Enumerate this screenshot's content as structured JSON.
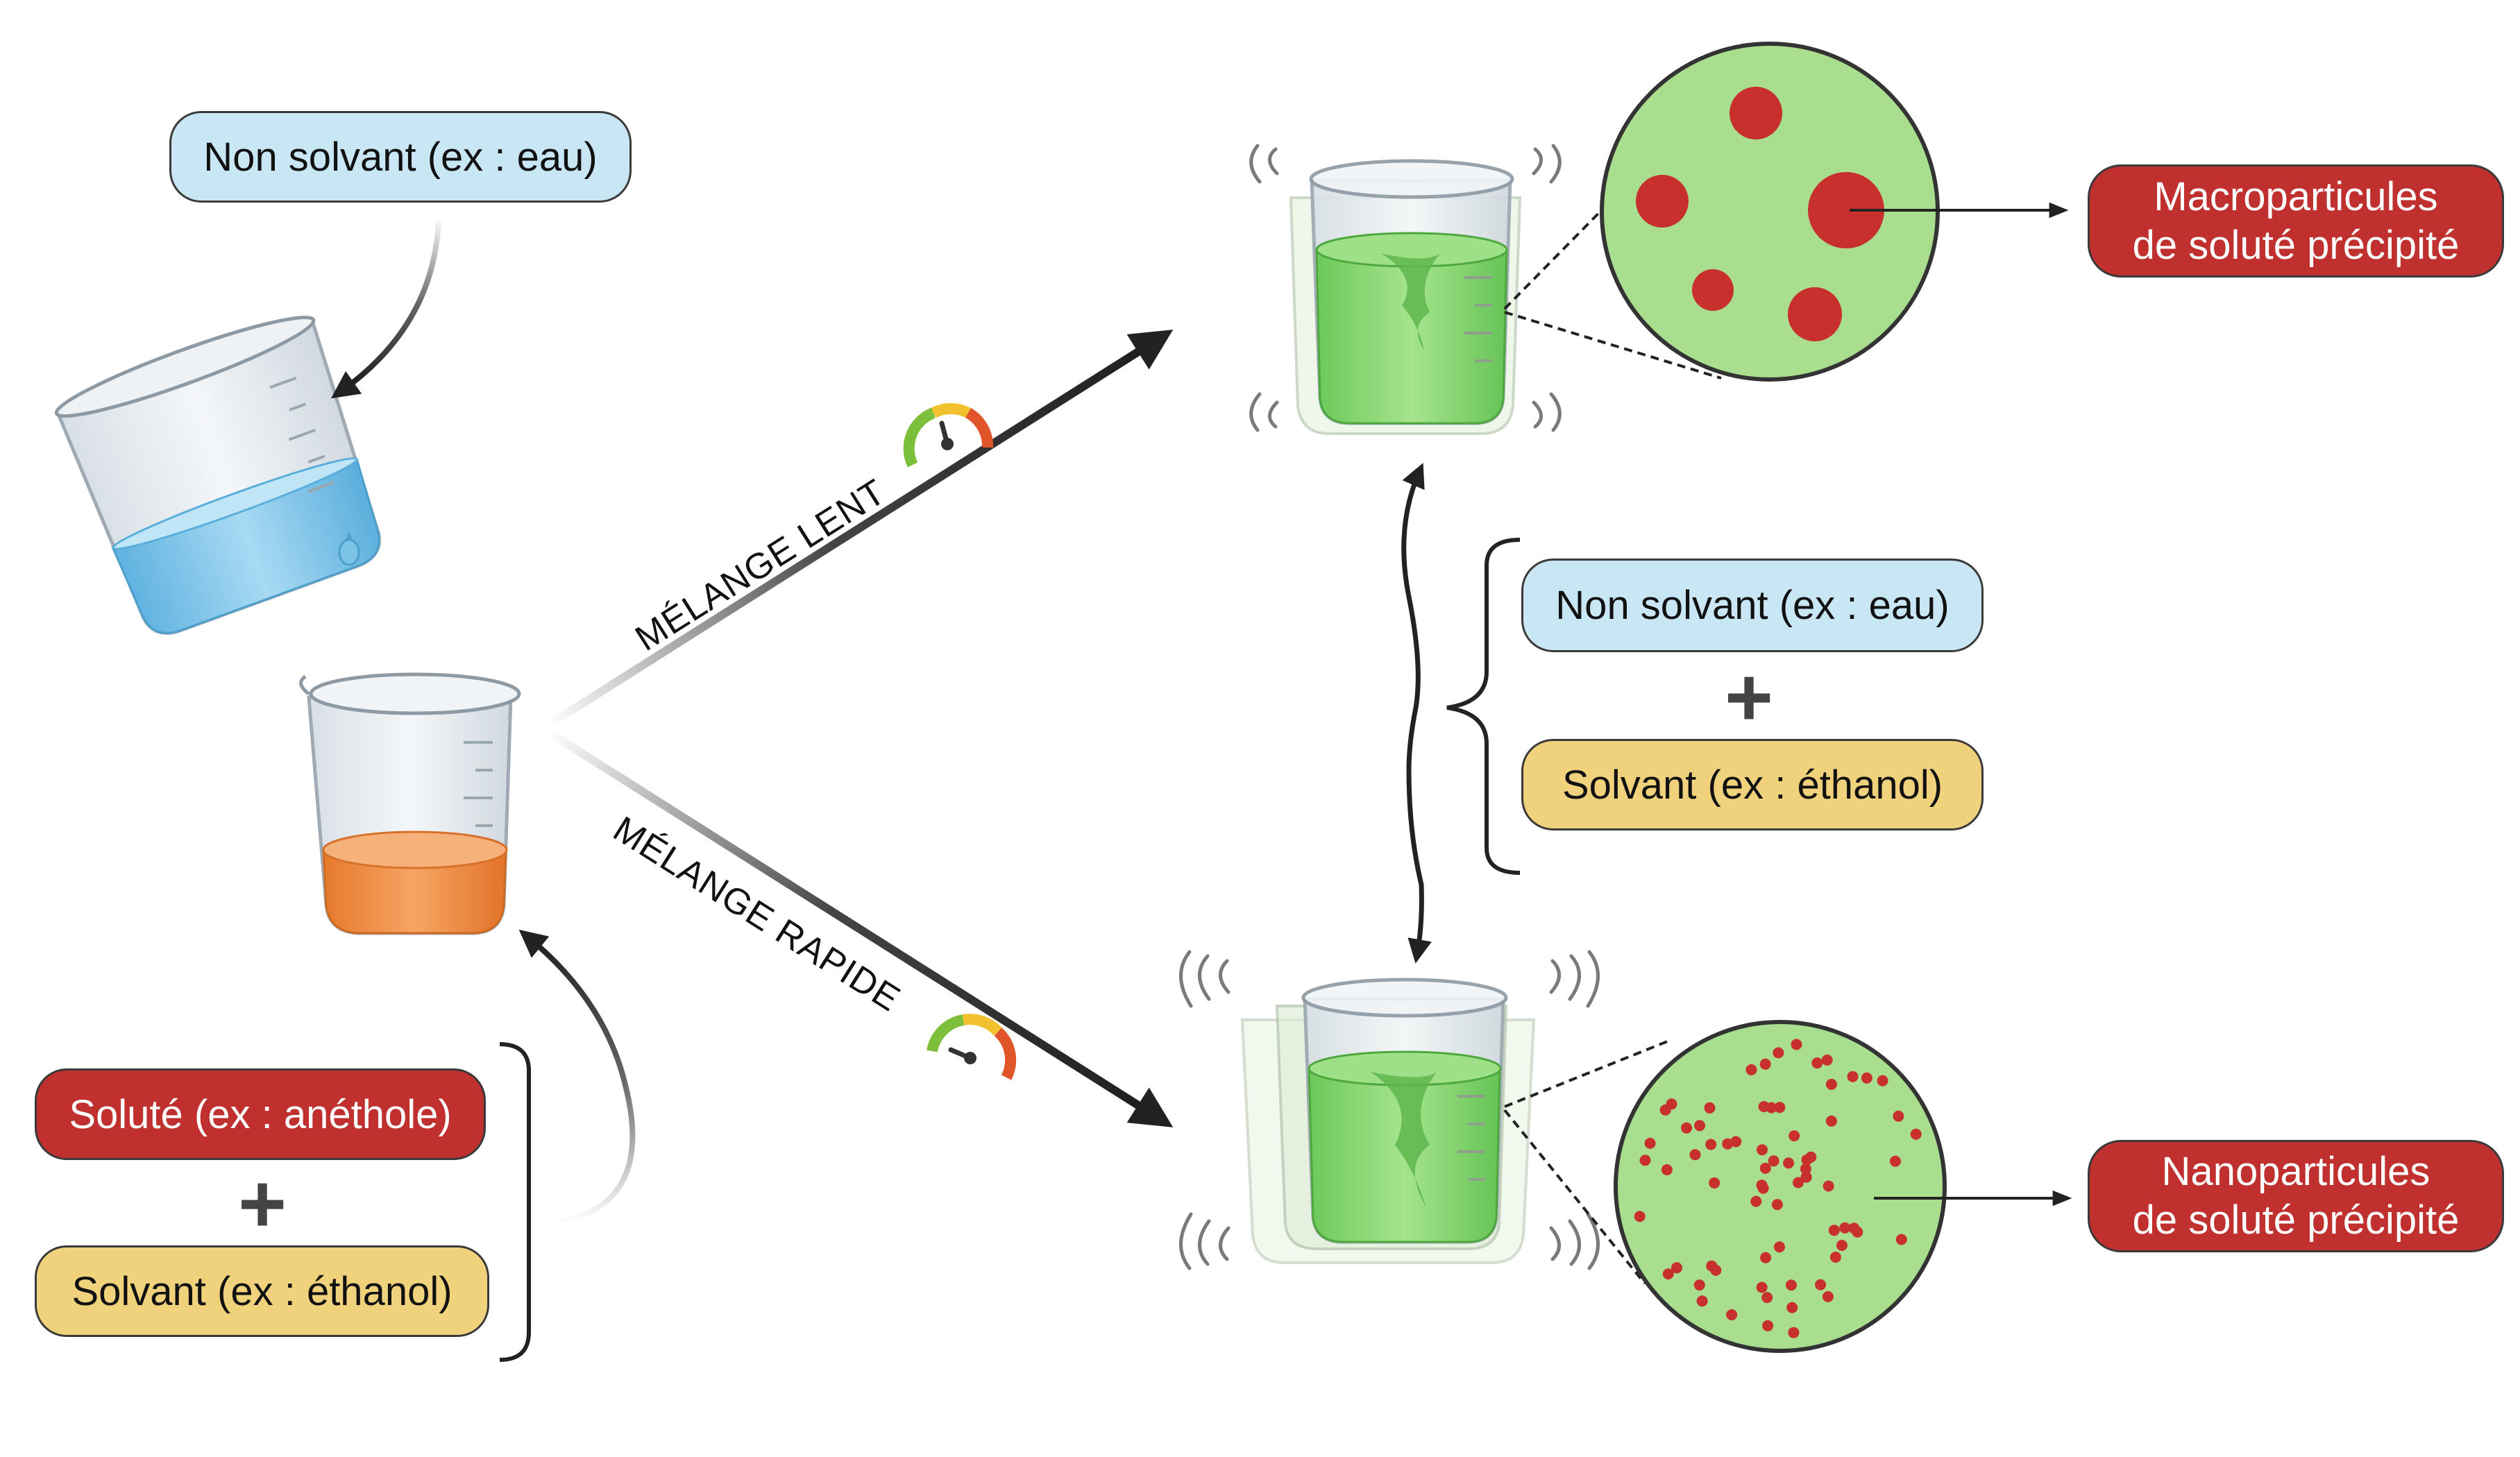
{
  "labels": {
    "non_solvant": "Non solvant (ex : eau)",
    "solvant": "Solvant (ex : éthanol)",
    "solute": "Soluté (ex : anéthole)",
    "plus": "+",
    "melange_lent": "MÉLANGE LENT",
    "melange_rapide": "MÉLANGE RAPIDE",
    "macro_line1": "Macroparticules",
    "macro_line2": "de soluté précipité",
    "nano_line1": "Nanoparticules",
    "nano_line2": "de soluté précipité"
  },
  "colors": {
    "orange_liquid": "#f08a3c",
    "green_liquid": "#7fd46a",
    "water": "#7cc3e8",
    "zoom_bg": "#a8de8e",
    "particle": "#c8302e",
    "arrow": "#222222"
  }
}
